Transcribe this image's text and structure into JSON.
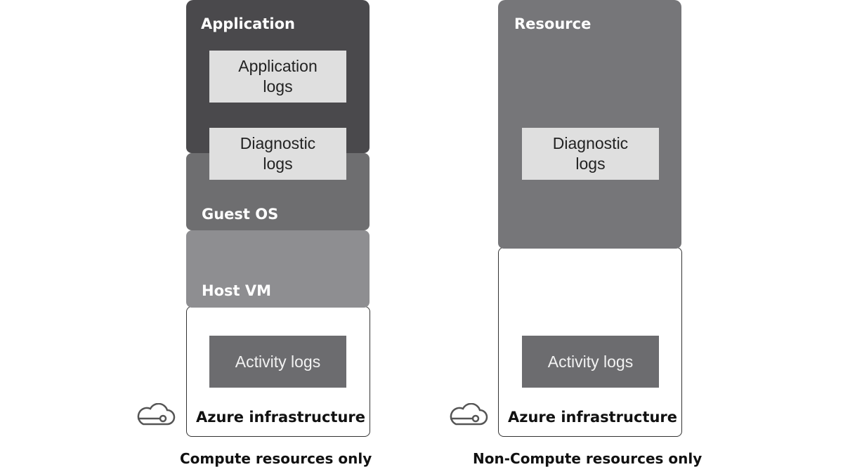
{
  "compute": {
    "application": {
      "title": "Application",
      "log": "Application logs"
    },
    "diagnostic_log": "Diagnostic logs",
    "guest_os": {
      "title": "Guest OS"
    },
    "host_vm": {
      "title": "Host VM"
    },
    "azure": {
      "title": "Azure infrastructure",
      "log": "Activity logs",
      "icon": "cloud-icon"
    },
    "caption": "Compute resources only"
  },
  "noncompute": {
    "resource": {
      "title": "Resource",
      "log": "Diagnostic logs"
    },
    "azure": {
      "title": "Azure infrastructure",
      "log": "Activity logs",
      "icon": "cloud-icon"
    },
    "caption": "Non-Compute resources only"
  },
  "colors": {
    "application": "#4a494c",
    "guest_os": "#6e6e70",
    "host_vm": "#8e8e91",
    "resource": "#767679",
    "log_light": "#dfdfdf",
    "log_dark": "#6c6c6f"
  }
}
